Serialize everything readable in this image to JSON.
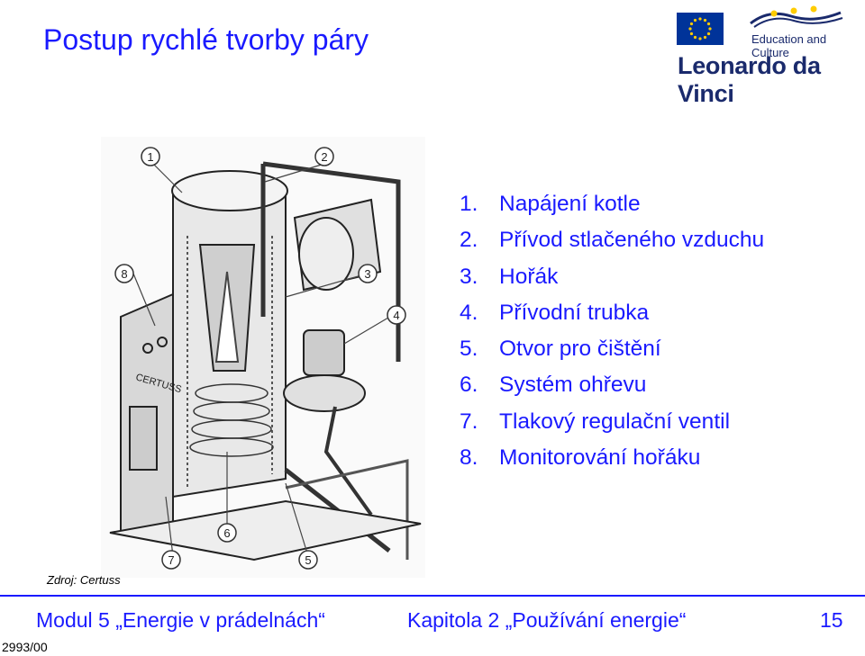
{
  "slide": {
    "title": "Postup rychlé tvorby páry"
  },
  "logos": {
    "ec_text": "Education and Culture",
    "program": "Leonardo da Vinci"
  },
  "colors": {
    "accent": "#1a1aff",
    "logo_navy": "#1a2a6c",
    "eu_blue": "#003399",
    "eu_star": "#ffcc00"
  },
  "diagram": {
    "labels": [
      "1",
      "2",
      "3",
      "4",
      "5",
      "6",
      "7",
      "8"
    ],
    "brand": "CERTUSS"
  },
  "parts": [
    {
      "num": "1.",
      "label": "Napájení kotle"
    },
    {
      "num": "2.",
      "label": "Přívod stlačeného vzduchu"
    },
    {
      "num": "3.",
      "label": "Hořák"
    },
    {
      "num": "4.",
      "label": "Přívodní trubka"
    },
    {
      "num": "5.",
      "label": "Otvor pro čištění"
    },
    {
      "num": "6.",
      "label": "Systém ohřevu"
    },
    {
      "num": "7.",
      "label": "Tlakový regulační ventil"
    },
    {
      "num": "8.",
      "label": "Monitorování hořáku"
    }
  ],
  "source": "Zdroj: Certuss",
  "footer": {
    "module": "Modul 5 „Energie v prádelnách“",
    "chapter": "Kapitola 2 „Používání energie“",
    "page": "15",
    "code": "2993/00"
  }
}
